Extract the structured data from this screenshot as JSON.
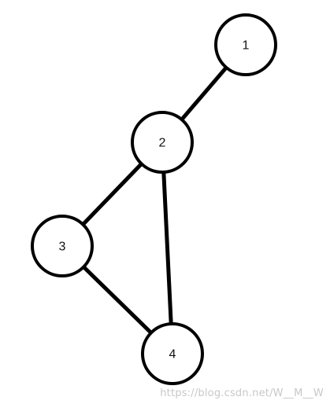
{
  "graph": {
    "nodes": [
      {
        "id": "1",
        "label": "1"
      },
      {
        "id": "2",
        "label": "2"
      },
      {
        "id": "3",
        "label": "3"
      },
      {
        "id": "4",
        "label": "4"
      }
    ],
    "edges": [
      {
        "from": "1",
        "to": "2"
      },
      {
        "from": "2",
        "to": "3"
      },
      {
        "from": "2",
        "to": "4"
      },
      {
        "from": "3",
        "to": "4"
      }
    ],
    "colors": {
      "stroke": "#000000",
      "fill": "#ffffff",
      "label": "#111111"
    }
  },
  "watermark": {
    "text": "https://blog.csdn.net/W__M__W"
  }
}
